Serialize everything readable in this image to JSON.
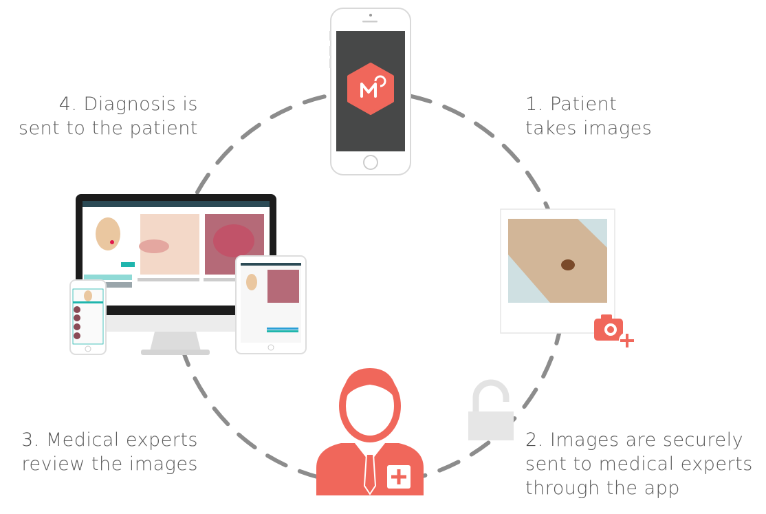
{
  "steps": [
    {
      "number": "1.",
      "text_lines": [
        "Patient",
        "takes images"
      ]
    },
    {
      "number": "2.",
      "text_lines": [
        "Images are securely",
        "sent to medical experts",
        "through the app"
      ]
    },
    {
      "number": "3.",
      "text_lines": [
        "Medical experts",
        "review the images"
      ]
    },
    {
      "number": "4.",
      "text_lines": [
        "Diagnosis is",
        "sent to the patient"
      ]
    }
  ],
  "colors": {
    "accent": "#f0675b",
    "cycle_dash": "#8c8c8c",
    "phone_screen": "#474848",
    "teal": "#1fb5ad",
    "lock": "#e6e6e6"
  },
  "icons": [
    "app-logo-icon",
    "camera-plus-icon",
    "padlock-icon",
    "doctor-icon",
    "monitor-device",
    "tablet-device",
    "phone-device"
  ]
}
